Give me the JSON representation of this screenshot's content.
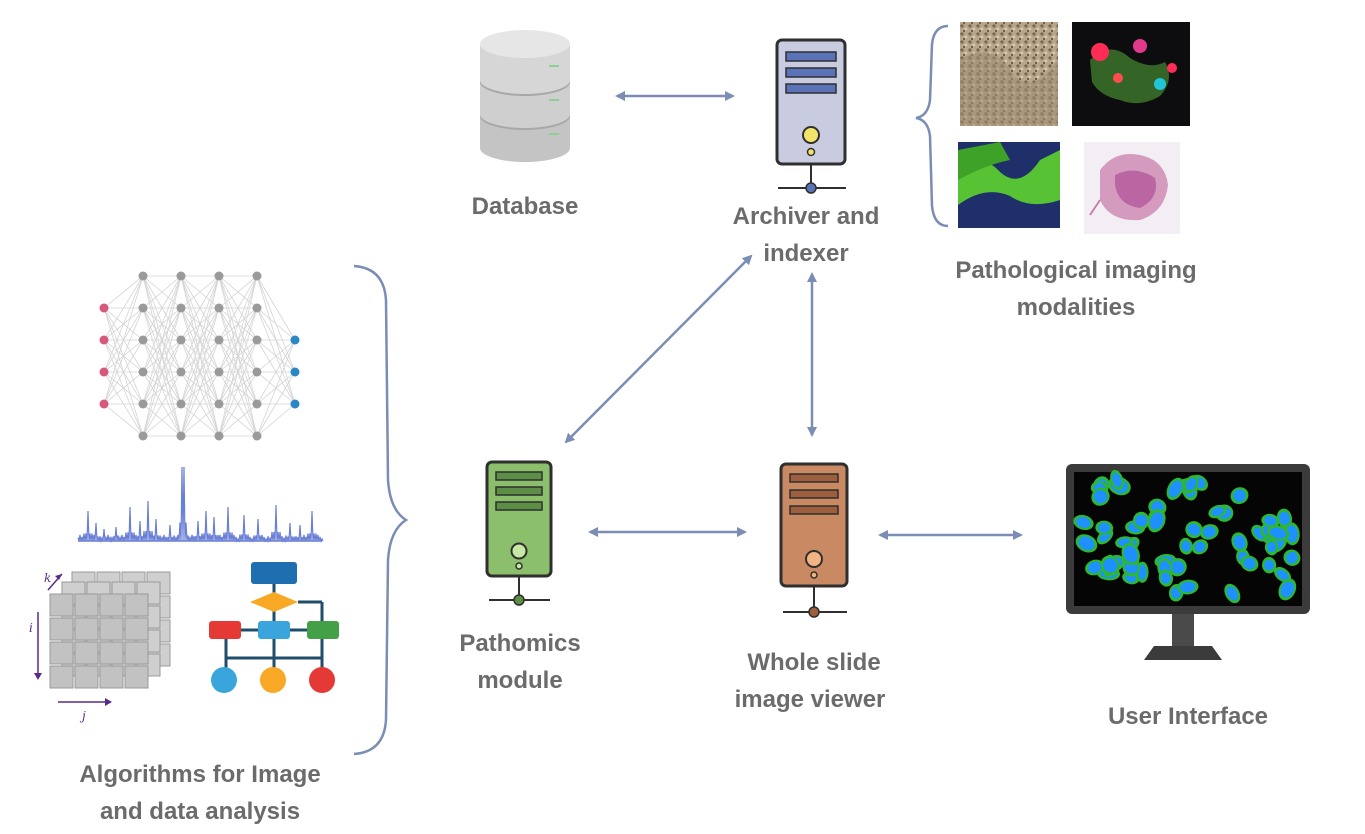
{
  "labels": {
    "database": "Database",
    "archiver": [
      "Archiver and",
      "indexer"
    ],
    "pathological": [
      "Pathological imaging",
      "modalities"
    ],
    "pathomics": [
      "Pathomics",
      "module"
    ],
    "wsi_viewer": [
      "Whole slide",
      "image viewer"
    ],
    "user_interface": "User Interface",
    "algorithms": [
      "Algorithms for Image",
      "and data analysis"
    ]
  },
  "tensor_axes": {
    "k": "k",
    "i": "i",
    "j": "j"
  },
  "colors": {
    "label_gray": "#6b6b6b",
    "arrow": "#7b8db5",
    "archiver_server": "#c9cbe0",
    "pathomics_server": "#8bbf6b",
    "viewer_server": "#c98a63",
    "database": "#c4c4c4",
    "nn_input": "#d9577a",
    "nn_hidden": "#9a9a9a",
    "nn_output": "#2a86c4",
    "spectrum": "#6a7fd6",
    "flow_blue": "#1f6fb0",
    "flow_red": "#e53935",
    "flow_green": "#43a047",
    "flow_orange": "#f9a825",
    "flow_lightblue": "#3aa5dc"
  },
  "icons": [
    "database-icon",
    "archiver-server-icon",
    "pathomics-server-icon",
    "viewer-server-icon",
    "monitor-icon",
    "neural-network-icon",
    "spectrum-icon",
    "tensor-icon",
    "flowchart-icon",
    "tissue-image-icon"
  ]
}
